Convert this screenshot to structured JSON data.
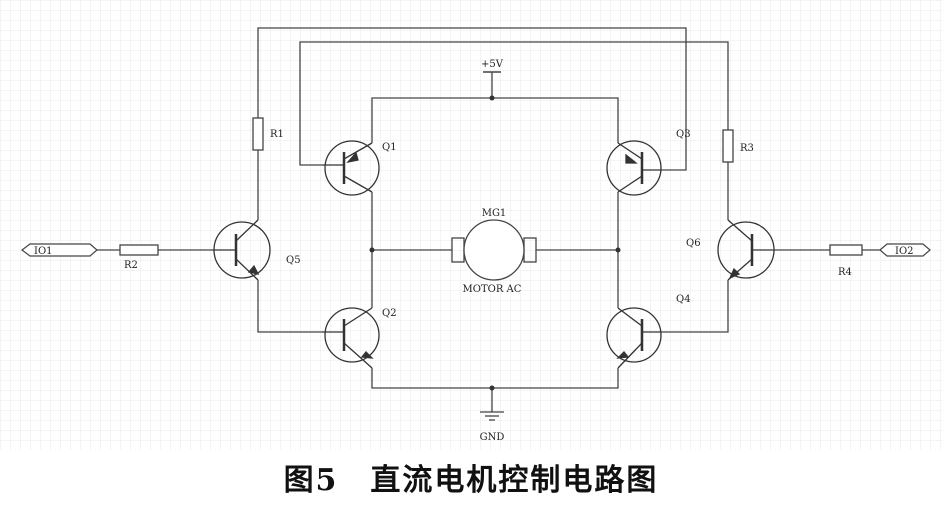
{
  "diagram": {
    "power_label": "+5V",
    "ground_label": "GND",
    "motor": {
      "ref": "MG1",
      "type": "MOTOR AC"
    },
    "transistors": {
      "q1": "Q1",
      "q2": "Q2",
      "q3": "Q3",
      "q4": "Q4",
      "q5": "Q5",
      "q6": "Q6"
    },
    "resistors": {
      "r1": "R1",
      "r2": "R2",
      "r3": "R3",
      "r4": "R4"
    },
    "ports": {
      "io1": "IO1",
      "io2": "IO2"
    }
  },
  "caption": "图5　直流电机控制电路图"
}
